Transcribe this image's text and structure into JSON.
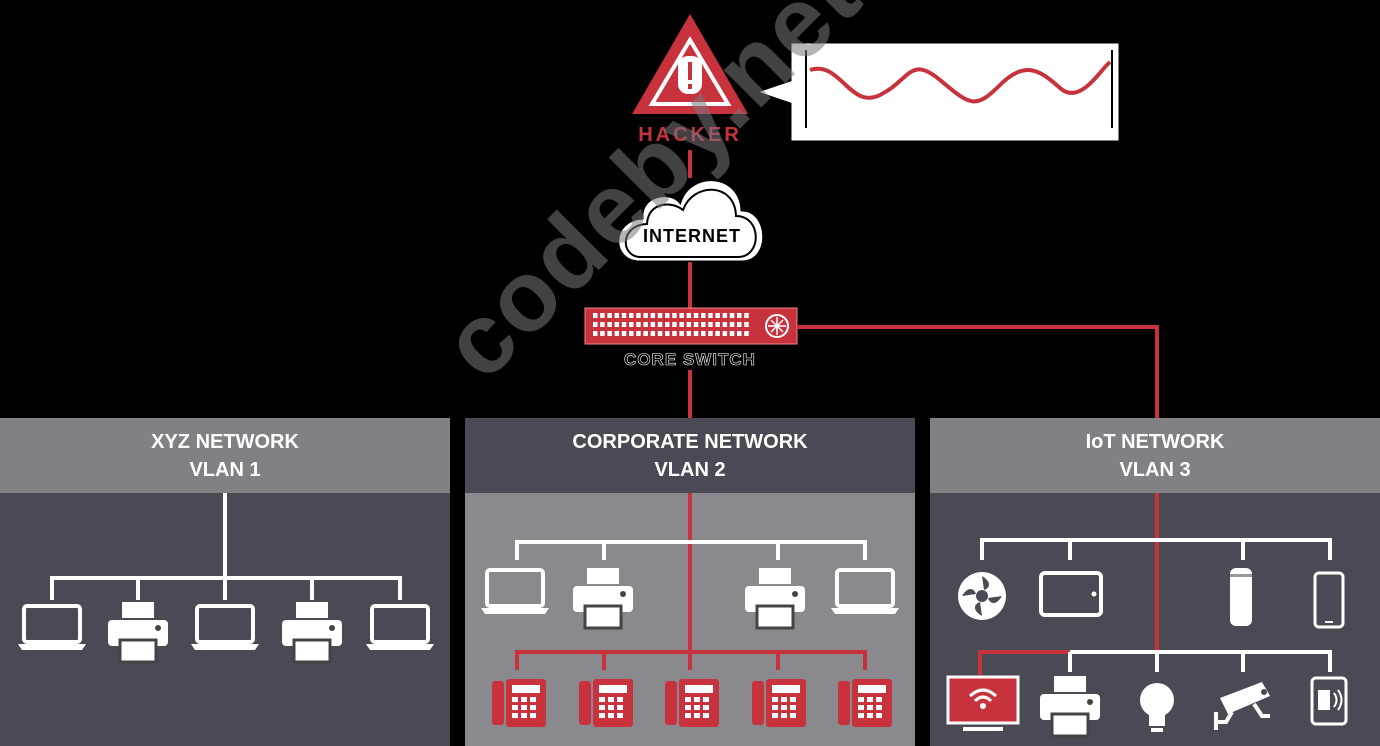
{
  "hacker": {
    "label": "HACKER"
  },
  "internet": {
    "label": "INTERNET"
  },
  "core_switch": {
    "label": "CORE SWITCH"
  },
  "networks": [
    {
      "name": "XYZ NETWORK",
      "vlan": "VLAN 1"
    },
    {
      "name": "CORPORATE NETWORK",
      "vlan": "VLAN 2"
    },
    {
      "name": "IoT NETWORK",
      "vlan": "VLAN 3"
    }
  ],
  "watermark": "codeby.net",
  "colors": {
    "accent_red": "#c8323c",
    "dark_panel": "#4a4a55",
    "light_panel": "#808184",
    "corp_body": "#8a8a8e"
  }
}
